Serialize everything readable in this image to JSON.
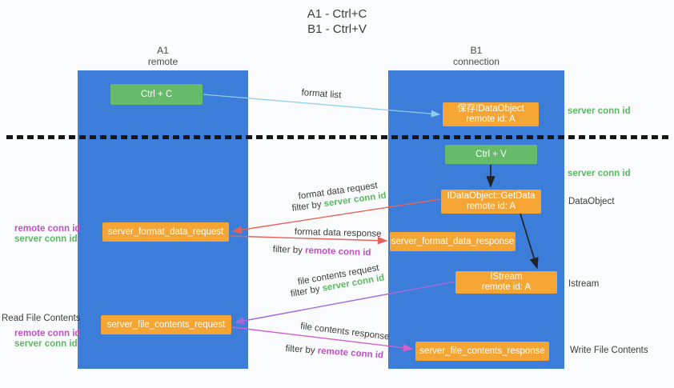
{
  "title": {
    "line1": "A1 - Ctrl+C",
    "line2": "B1 - Ctrl+V"
  },
  "lanes": {
    "left": {
      "title": "A1",
      "subtitle": "remote"
    },
    "right": {
      "title": "B1",
      "subtitle": "connection"
    }
  },
  "nodes": {
    "ctrl_c": {
      "label": "Ctrl + C"
    },
    "ctrl_v": {
      "label": "Ctrl + V"
    },
    "save_dataobject": {
      "line1": "保存IDataObject",
      "line2": "remote id: A"
    },
    "getdata": {
      "line1": "IDataObject::GetData",
      "line2": "remote id: A"
    },
    "istream": {
      "line1": "IStream",
      "line2": "remote id: A"
    },
    "format_data_request": {
      "label": "server_format_data_request"
    },
    "format_data_response": {
      "label": "server_format_data_response"
    },
    "file_contents_request": {
      "label": "server_file_contents_request"
    },
    "file_contents_response": {
      "label": "server_file_contents_response"
    }
  },
  "arrow_labels": {
    "format_list": "format list",
    "format_data_request": "format data request",
    "format_data_response": "format data response",
    "file_contents_request": "file contents request",
    "file_contents_response": "file contents response",
    "filter_by": "filter by",
    "server_conn_id": "server conn id",
    "remote_conn_id": "remote conn id"
  },
  "side_labels": {
    "server_conn_id": "server conn id",
    "remote_conn_id": "remote conn id",
    "dataobject": "DataObject",
    "istream": "Istream",
    "write_file_contents": "Write File Contents",
    "read_file_contents": "Read File Contents"
  },
  "colors": {
    "lane_blue": "#3b7dd8",
    "box_green": "#66bb6a",
    "box_orange": "#f4a534",
    "arrow_light_blue": "#8fcdec",
    "arrow_red": "#e8625a",
    "arrow_purple": "#a868d8",
    "arrow_magenta": "#d55fc8",
    "arrow_black": "#222222",
    "text_green": "#5cb860",
    "text_magenta": "#c050c8"
  }
}
